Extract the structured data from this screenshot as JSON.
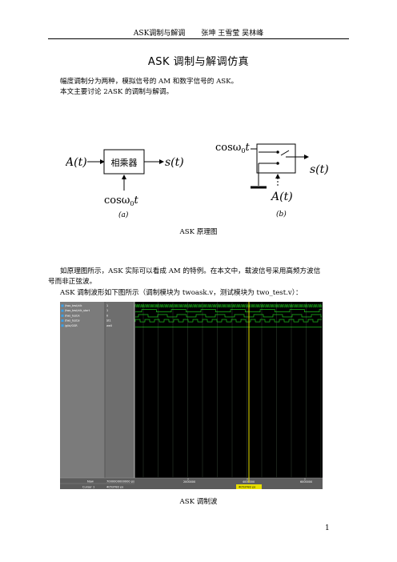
{
  "header": {
    "title": "ASK调制与解调",
    "authors": "张坤  王雪莹  吴林峰"
  },
  "doc": {
    "title": "ASK 调制与解调仿真",
    "intro_line1": "幅度调制分为两种，模拟信号的 AM 和数字信号的 ASK。",
    "intro_line2": "本文主要讨论 2ASK 的调制与解调。",
    "fig1_caption": "ASK 原理图",
    "para2_line1": "如原理图所示，ASK 实际可以看成 AM 的特例。在本文中，载波信号采用高频方波信",
    "para2_line2": "号而非正弦波。",
    "para3": "ASK 调制波形如下图所示（调制模块为 twoask.v，测试模块为 two_test.v）：",
    "fig2_caption": "ASK 调制波",
    "page_number": "1"
  },
  "diagram": {
    "a": {
      "input": "A(t)",
      "block": "相乘器",
      "output": "s(t)",
      "carrier": "cosω",
      "carrier_sub": "0",
      "carrier_t": "t",
      "label": "(a)"
    },
    "b": {
      "carrier": "cosω",
      "carrier_sub": "0",
      "carrier_t": "t",
      "output": "s(t)",
      "control": "A(t)",
      "label": "(b)"
    }
  },
  "simulator": {
    "signals": [
      {
        "name": "/two_test/clk",
        "value": "1"
      },
      {
        "name": "/two_test/clk_start",
        "value": "1"
      },
      {
        "name": "/two_test/x",
        "value": "0"
      },
      {
        "name": "/two_test/y",
        "value": "St1"
      },
      {
        "name": "/glbl/GSR",
        "value": "we0"
      }
    ],
    "now_label": "Now",
    "now_value": "7000000000000 ps",
    "cursor_label": "Cursor 1",
    "cursor_value": "4053782 ps",
    "timeline_ticks": [
      "2000000",
      "4000000",
      "6000000"
    ],
    "cursor_readout": "4053782 ps",
    "colors": {
      "bg": "#000000",
      "name_panel": "#7b7b7b",
      "value_panel": "#6e6e6e",
      "wave": "#22dd22",
      "cursor": "#e8e000",
      "grid": "#2c3a2c"
    }
  }
}
